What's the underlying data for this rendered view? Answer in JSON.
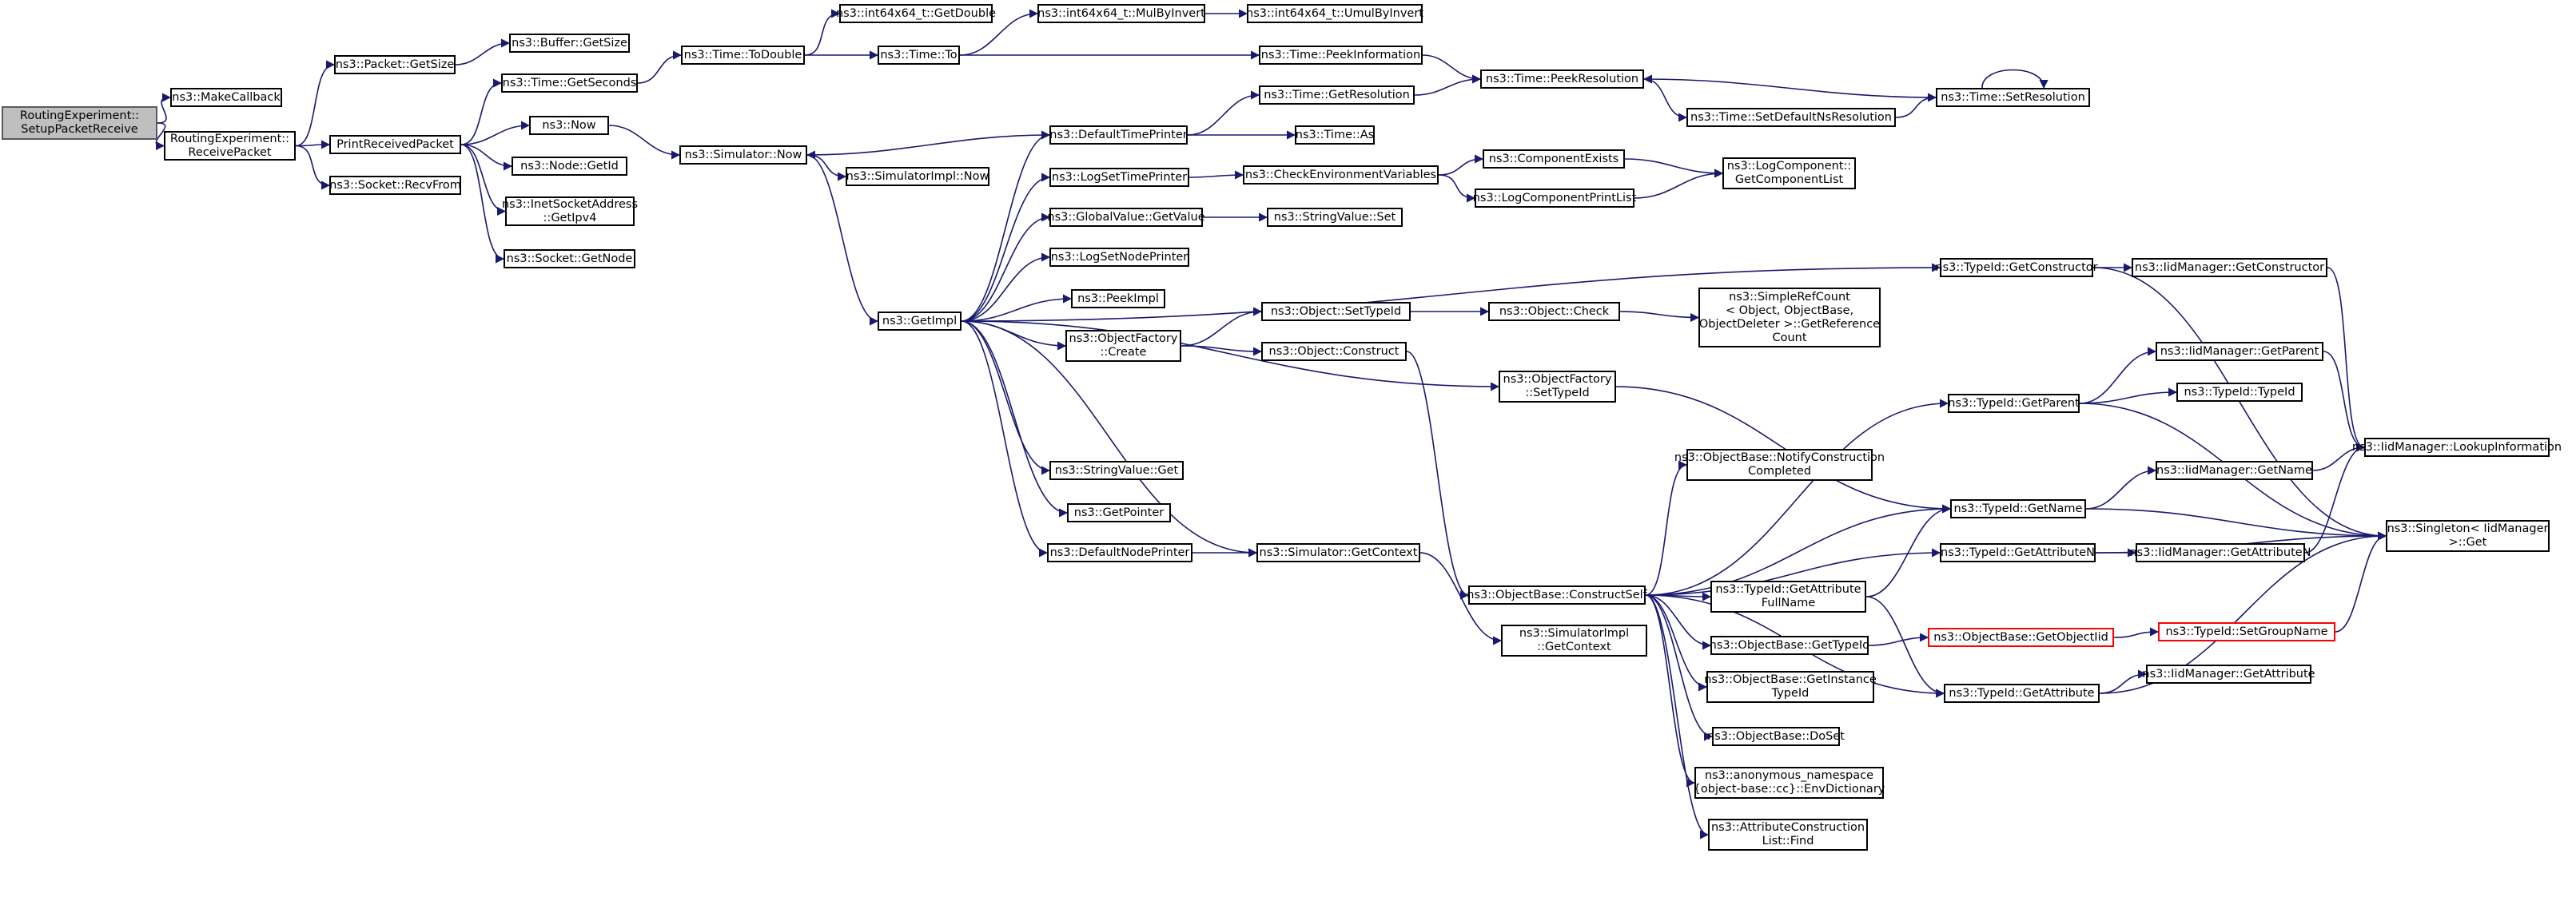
{
  "nodes": {
    "setup": [
      "RoutingExperiment::",
      "SetupPacketReceive"
    ],
    "makecb": [
      "ns3::MakeCallback"
    ],
    "recv": [
      "RoutingExperiment::",
      "ReceivePacket"
    ],
    "pktsize": [
      "ns3::Packet::GetSize"
    ],
    "bufsize": [
      "ns3::Buffer::GetSize"
    ],
    "printrx": [
      "PrintReceivedPacket"
    ],
    "recvfrom": [
      "ns3::Socket::RecvFrom"
    ],
    "getsec": [
      "ns3::Time::GetSeconds"
    ],
    "now": [
      "ns3::Now"
    ],
    "nodeid": [
      "ns3::Node::GetId"
    ],
    "inet": [
      "ns3::InetSocketAddress",
      "::GetIpv4"
    ],
    "sockgetnode": [
      "ns3::Socket::GetNode"
    ],
    "todouble": [
      "ns3::Time::ToDouble"
    ],
    "getdouble": [
      "ns3::int64x64_t::GetDouble"
    ],
    "timeto": [
      "ns3::Time::To"
    ],
    "mulbyinv": [
      "ns3::int64x64_t::MulByInvert"
    ],
    "umulbyinv": [
      "ns3::int64x64_t::UmulByInvert"
    ],
    "simnow": [
      "ns3::Simulator::Now"
    ],
    "simimplnow": [
      "ns3::SimulatorImpl::Now"
    ],
    "getimpl": [
      "ns3::GetImpl"
    ],
    "peekinfo": [
      "ns3::Time::PeekInformation"
    ],
    "defaulttp": [
      "ns3::DefaultTimePrinter"
    ],
    "getres": [
      "ns3::Time::GetResolution"
    ],
    "timeas": [
      "ns3::Time::As"
    ],
    "peekres": [
      "ns3::Time::PeekResolution"
    ],
    "setdefres": [
      "ns3::Time::SetDefaultNsResolution"
    ],
    "setres": [
      "ns3::Time::SetResolution"
    ],
    "logtp": [
      "ns3::LogSetTimePrinter"
    ],
    "checkenv": [
      "ns3::CheckEnvironmentVariables"
    ],
    "compexists": [
      "ns3::ComponentExists"
    ],
    "logcomplist": [
      "ns3::LogComponent::",
      "GetComponentList"
    ],
    "logprintlist": [
      "ns3::LogComponentPrintList"
    ],
    "gvgetvalue": [
      "ns3::GlobalValue::GetValue"
    ],
    "svset": [
      "ns3::StringValue::Set"
    ],
    "lognp": [
      "ns3::LogSetNodePrinter"
    ],
    "peekimpl": [
      "ns3::PeekImpl"
    ],
    "ofcreate": [
      "ns3::ObjectFactory",
      "::Create"
    ],
    "objsettid": [
      "ns3::Object::SetTypeId"
    ],
    "objcheck": [
      "ns3::Object::Check"
    ],
    "simplerc": [
      "ns3::SimpleRefCount",
      "< Object, ObjectBase,",
      "ObjectDeleter >::GetReference",
      "Count"
    ],
    "objconstruct": [
      "ns3::Object::Construct"
    ],
    "tidgetctor": [
      "ns3::TypeId::GetConstructor"
    ],
    "iidgetctor": [
      "ns3::IidManager::GetConstructor"
    ],
    "ofsettid": [
      "ns3::ObjectFactory",
      "::SetTypeId"
    ],
    "iidgetparent": [
      "ns3::IidManager::GetParent"
    ],
    "tidgetparent": [
      "ns3::TypeId::GetParent"
    ],
    "tidtid": [
      "ns3::TypeId::TypeId"
    ],
    "lookupinfo": [
      "ns3::IidManager::LookupInformation"
    ],
    "notifyctor": [
      "ns3::ObjectBase::NotifyConstruction",
      "Completed"
    ],
    "svget": [
      "ns3::StringValue::Get"
    ],
    "iidgetname": [
      "ns3::IidManager::GetName"
    ],
    "tidgetname": [
      "ns3::TypeId::GetName"
    ],
    "getpointer": [
      "ns3::GetPointer"
    ],
    "singleton": [
      "ns3::Singleton< IidManager",
      ">::Get"
    ],
    "defaultnp": [
      "ns3::DefaultNodePrinter"
    ],
    "simgetctx": [
      "ns3::Simulator::GetContext"
    ],
    "tidgetattrn": [
      "ns3::TypeId::GetAttributeN"
    ],
    "iidgetattrn": [
      "ns3::IidManager::GetAttributeN"
    ],
    "constructself": [
      "ns3::ObjectBase::ConstructSelf"
    ],
    "attrfullname": [
      "ns3::TypeId::GetAttribute",
      "FullName"
    ],
    "simimplctx": [
      "ns3::SimulatorImpl",
      "::GetContext"
    ],
    "obgettid": [
      "ns3::ObjectBase::GetTypeId"
    ],
    "getobjectiid": [
      "ns3::ObjectBase::GetObjectIid"
    ],
    "setgroupname": [
      "ns3::TypeId::SetGroupName"
    ],
    "getinsttid": [
      "ns3::ObjectBase::GetInstance",
      "TypeId"
    ],
    "tidgetattr": [
      "ns3::TypeId::GetAttribute"
    ],
    "iidgetattr": [
      "ns3::IidManager::GetAttribute"
    ],
    "doset": [
      "ns3::ObjectBase::DoSet"
    ],
    "envdict": [
      "ns3::anonymous_namespace",
      "{object-base::cc}::EnvDictionary"
    ],
    "attrctorfind": [
      "ns3::AttributeConstruction",
      "List::Find"
    ]
  },
  "edges": [
    [
      "setup",
      "makecb"
    ],
    [
      "setup",
      "recv"
    ],
    [
      "recv",
      "pktsize"
    ],
    [
      "recv",
      "printrx"
    ],
    [
      "recv",
      "recvfrom"
    ],
    [
      "pktsize",
      "bufsize"
    ],
    [
      "printrx",
      "getsec"
    ],
    [
      "printrx",
      "now"
    ],
    [
      "printrx",
      "nodeid"
    ],
    [
      "printrx",
      "inet"
    ],
    [
      "printrx",
      "sockgetnode"
    ],
    [
      "getsec",
      "todouble"
    ],
    [
      "todouble",
      "getdouble"
    ],
    [
      "todouble",
      "timeto"
    ],
    [
      "timeto",
      "mulbyinv"
    ],
    [
      "timeto",
      "peekinfo"
    ],
    [
      "mulbyinv",
      "umulbyinv"
    ],
    [
      "now",
      "simnow"
    ],
    [
      "simnow",
      "simimplnow"
    ],
    [
      "simnow",
      "getimpl"
    ],
    [
      "defaulttp",
      "simnow"
    ],
    [
      "defaulttp",
      "getres"
    ],
    [
      "defaulttp",
      "timeas"
    ],
    [
      "getres",
      "peekres"
    ],
    [
      "peekinfo",
      "peekres"
    ],
    [
      "peekres",
      "setdefres"
    ],
    [
      "setdefres",
      "setres"
    ],
    [
      "setres",
      "peekres"
    ],
    [
      "setres",
      "setres"
    ],
    [
      "getimpl",
      "defaulttp"
    ],
    [
      "getimpl",
      "logtp"
    ],
    [
      "getimpl",
      "gvgetvalue"
    ],
    [
      "getimpl",
      "lognp"
    ],
    [
      "getimpl",
      "peekimpl"
    ],
    [
      "getimpl",
      "ofcreate"
    ],
    [
      "getimpl",
      "tidgetctor"
    ],
    [
      "getimpl",
      "ofsettid"
    ],
    [
      "getimpl",
      "svget"
    ],
    [
      "getimpl",
      "getpointer"
    ],
    [
      "getimpl",
      "defaultnp"
    ],
    [
      "getimpl",
      "simgetctx"
    ],
    [
      "logtp",
      "checkenv"
    ],
    [
      "checkenv",
      "compexists"
    ],
    [
      "checkenv",
      "logprintlist"
    ],
    [
      "compexists",
      "logcomplist"
    ],
    [
      "logprintlist",
      "logcomplist"
    ],
    [
      "gvgetvalue",
      "svset"
    ],
    [
      "ofcreate",
      "objsettid"
    ],
    [
      "ofcreate",
      "objconstruct"
    ],
    [
      "objsettid",
      "objcheck"
    ],
    [
      "objcheck",
      "simplerc"
    ],
    [
      "objconstruct",
      "constructself"
    ],
    [
      "tidgetctor",
      "iidgetctor"
    ],
    [
      "tidgetctor",
      "singleton"
    ],
    [
      "iidgetctor",
      "lookupinfo"
    ],
    [
      "ofsettid",
      "tidgetname"
    ],
    [
      "defaultnp",
      "simgetctx"
    ],
    [
      "simgetctx",
      "simimplctx"
    ],
    [
      "tidgetparent",
      "iidgetparent"
    ],
    [
      "tidgetparent",
      "tidtid"
    ],
    [
      "tidgetparent",
      "singleton"
    ],
    [
      "iidgetparent",
      "lookupinfo"
    ],
    [
      "tidgetname",
      "iidgetname"
    ],
    [
      "tidgetname",
      "singleton"
    ],
    [
      "iidgetname",
      "lookupinfo"
    ],
    [
      "tidgetattrn",
      "iidgetattrn"
    ],
    [
      "tidgetattrn",
      "singleton"
    ],
    [
      "iidgetattrn",
      "lookupinfo"
    ],
    [
      "constructself",
      "tidgetparent"
    ],
    [
      "constructself",
      "notifyctor"
    ],
    [
      "constructself",
      "tidgetname"
    ],
    [
      "constructself",
      "tidgetattrn"
    ],
    [
      "constructself",
      "attrfullname"
    ],
    [
      "constructself",
      "obgettid"
    ],
    [
      "constructself",
      "getinsttid"
    ],
    [
      "constructself",
      "doset"
    ],
    [
      "constructself",
      "envdict"
    ],
    [
      "constructself",
      "attrctorfind"
    ],
    [
      "constructself",
      "tidgetattr"
    ],
    [
      "attrfullname",
      "tidgetname"
    ],
    [
      "attrfullname",
      "tidgetattr"
    ],
    [
      "obgettid",
      "getobjectiid"
    ],
    [
      "getobjectiid",
      "setgroupname"
    ],
    [
      "setgroupname",
      "singleton"
    ],
    [
      "tidgetattr",
      "iidgetattr"
    ],
    [
      "tidgetattr",
      "singleton"
    ]
  ]
}
